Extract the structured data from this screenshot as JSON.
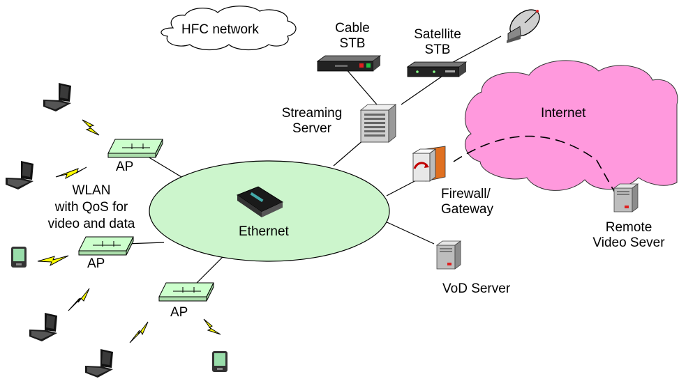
{
  "labels": {
    "hfc_network": "HFC network",
    "cable_stb": [
      "Cable",
      "STB"
    ],
    "satellite_stb": [
      "Satellite",
      "STB"
    ],
    "streaming_server": [
      "Streaming",
      "Server"
    ],
    "internet": "Internet",
    "ap_top": "AP",
    "ap_mid": "AP",
    "ap_bottom": "AP",
    "wlan_note": [
      "WLAN",
      "with QoS for",
      "video and data"
    ],
    "ethernet": "Ethernet",
    "firewall_gateway": [
      "Firewall/",
      "Gateway"
    ],
    "remote_video_server": [
      "Remote",
      "Video Sever"
    ],
    "vod_server": "VoD Server"
  },
  "colors": {
    "ethernet_fill": "#ccf5cc",
    "internet_fill": "#ff99dd",
    "ap_fill": "#ccffcc",
    "lightning": "#ffff00",
    "tablet_screen": "#99ddaa"
  },
  "icons": [
    "cloud-icon",
    "set-top-box-icon",
    "satellite-dish-icon",
    "server-icon",
    "laptop-icon",
    "tablet-icon",
    "access-point-icon",
    "switch-icon",
    "firewall-icon",
    "lightning-icon"
  ]
}
